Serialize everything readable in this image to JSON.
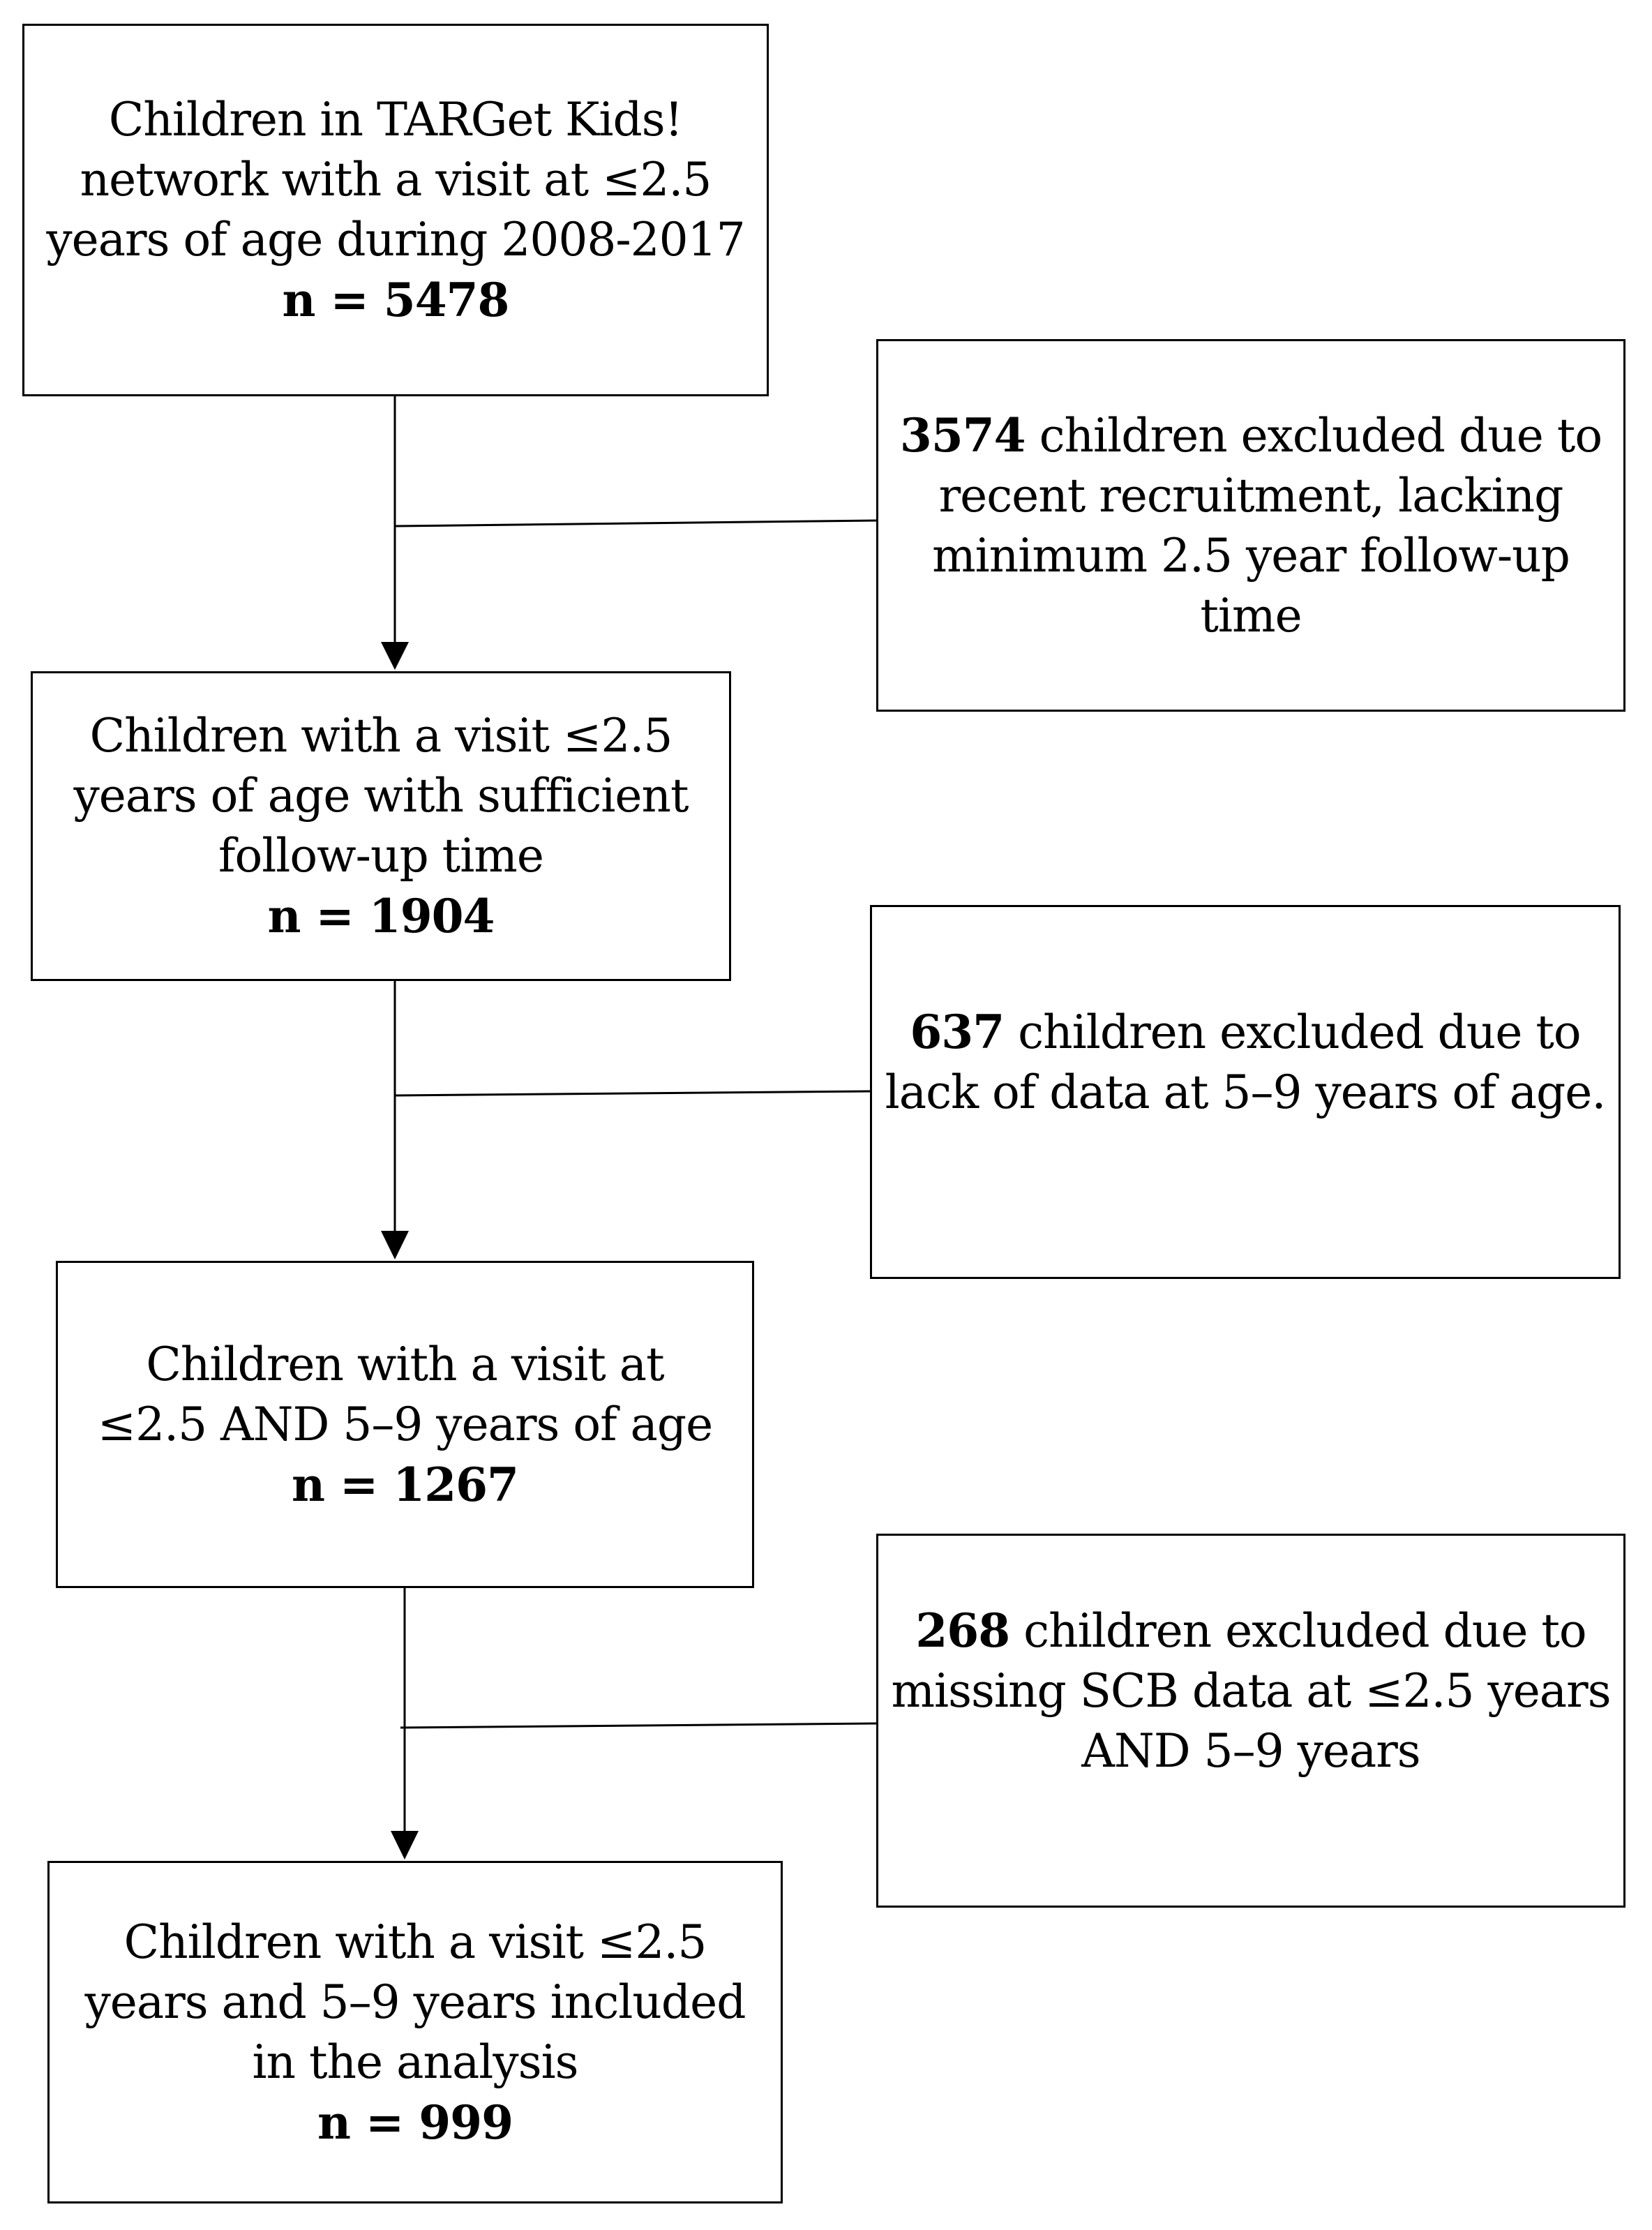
{
  "boxes": [
    {
      "lines": [
        "Children in TARGet Kids!",
        "network with a visit at ≤2.5",
        "years of age during 2008-2017"
      ],
      "n": "n = 5478"
    },
    {
      "lines": [
        "Children with a visit ≤2.5",
        "years of age with sufficient",
        "follow-up time"
      ],
      "n": "n = 1904"
    },
    {
      "lines": [
        "Children with a visit at",
        "≤2.5 AND 5–9 years of age"
      ],
      "n": "n = 1267"
    },
    {
      "lines": [
        "Children with a visit ≤2.5",
        "years and 5–9 years included",
        "in the analysis"
      ],
      "n": "n = 999"
    }
  ],
  "exclusions": [
    {
      "count": "3574",
      "lines": [
        " children excluded due to",
        "recent recruitment, lacking",
        "minimum 2.5 year follow-up",
        "time"
      ]
    },
    {
      "count": "637",
      "lines": [
        " children excluded due to",
        "lack of data at 5–9 years of age."
      ]
    },
    {
      "count": "268",
      "lines": [
        " children excluded due to",
        "missing SCB data at ≤2.5 years",
        "AND 5–9 years"
      ]
    }
  ]
}
